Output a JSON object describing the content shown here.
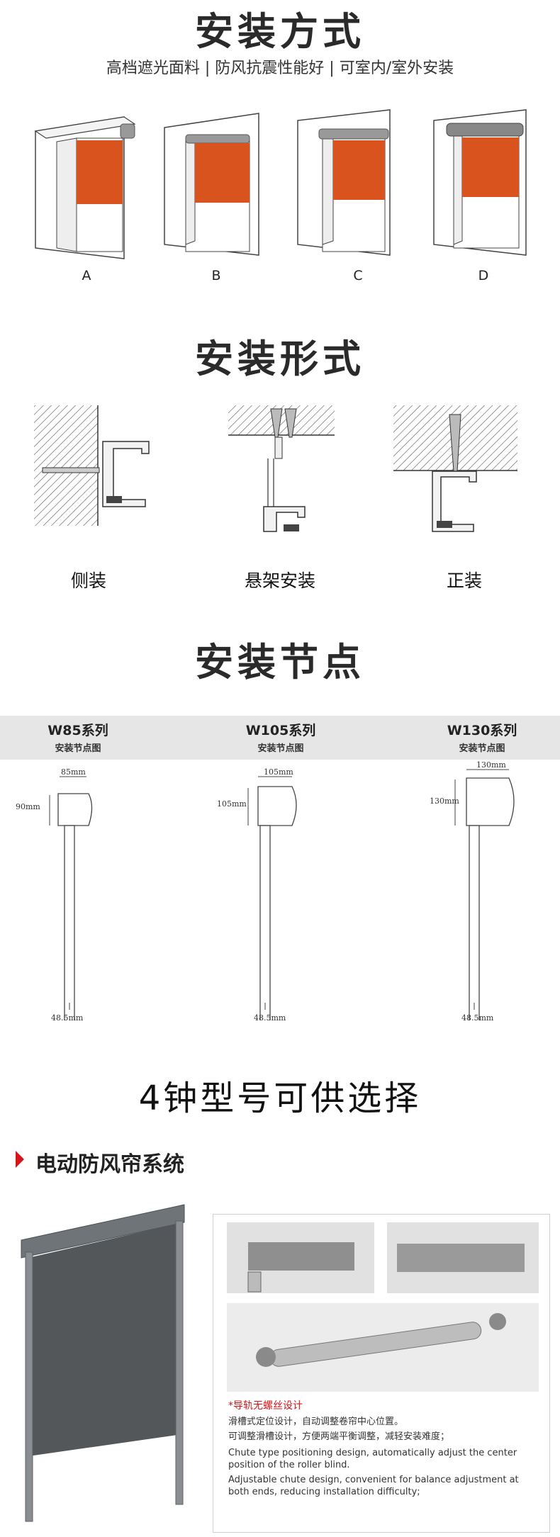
{
  "section1": {
    "title": "安装方式",
    "subtitle": "高档遮光面料 | 防风抗震性能好 | 可室内/室外安装",
    "options": [
      "A",
      "B",
      "C",
      "D"
    ]
  },
  "section2": {
    "title": "安装形式",
    "types": [
      "侧装",
      "悬架安装",
      "正装"
    ]
  },
  "section3": {
    "title": "安装节点",
    "series": [
      {
        "name": "W85系列",
        "sub": "安装节点图",
        "width": "85mm",
        "height": "90mm",
        "bottom": "48.5mm"
      },
      {
        "name": "W105系列",
        "sub": "安装节点图",
        "width": "105mm",
        "height": "105mm",
        "bottom": "48.5mm"
      },
      {
        "name": "W130系列",
        "sub": "安装节点图",
        "width": "130mm",
        "height": "130mm",
        "bottom": "48.5mm"
      }
    ]
  },
  "models_text": "4钟型号可供选择",
  "section4": {
    "title": "电动防风帘系统",
    "feature_title": "*导轨无螺丝设计",
    "cn_line1": "滑槽式定位设计，自动调整卷帘中心位置。",
    "cn_line2": "可调整滑槽设计，方便两端平衡调整，减轻安装难度；",
    "en_line1": "Chute type positioning design, automatically adjust the center position of the roller blind.",
    "en_line2": "Adjustable chute design, convenient for balance adjustment at both ends, reducing installation difficulty;"
  },
  "colors": {
    "fabric": "#d9531e",
    "accent": "#d4161a",
    "band": "#e6e6e6"
  }
}
